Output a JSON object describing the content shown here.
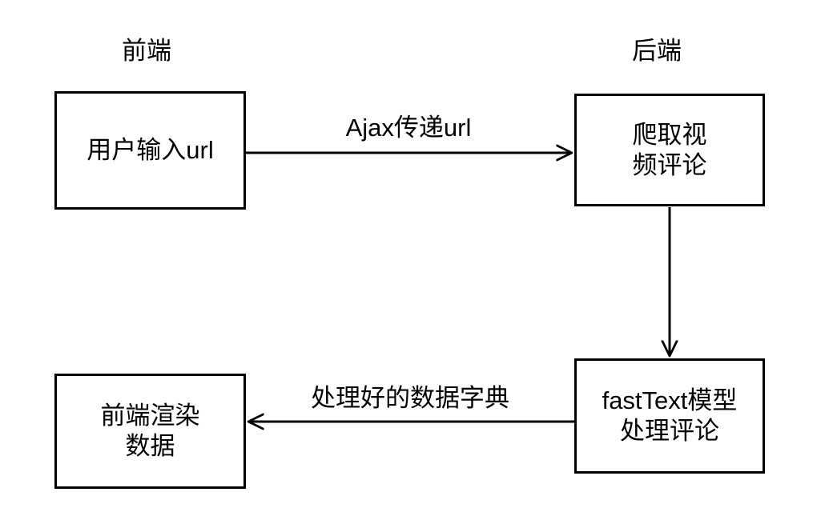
{
  "diagram": {
    "type": "flowchart",
    "background_color": "#ffffff",
    "stroke_color": "#000000",
    "text_color": "#000000",
    "lanes": [
      {
        "id": "frontend",
        "label": "前端"
      },
      {
        "id": "backend",
        "label": "后端"
      }
    ],
    "nodes": [
      {
        "id": "input-url",
        "label": "用户输入url",
        "lane": "frontend"
      },
      {
        "id": "crawl-comments",
        "label": "爬取视\n频评论",
        "lane": "backend"
      },
      {
        "id": "render-data",
        "label": "前端渲染\n数据",
        "lane": "frontend"
      },
      {
        "id": "fasttext-model",
        "label": "fastText模型\n处理评论",
        "lane": "backend"
      }
    ],
    "edges": [
      {
        "id": "input-to-crawl",
        "from": "input-url",
        "to": "crawl-comments",
        "label": "Ajax传递url",
        "direction": "right"
      },
      {
        "id": "crawl-to-model",
        "from": "crawl-comments",
        "to": "fasttext-model",
        "label": "",
        "direction": "down"
      },
      {
        "id": "model-to-render",
        "from": "fasttext-model",
        "to": "render-data",
        "label": "处理好的数据字典",
        "direction": "left"
      }
    ]
  }
}
